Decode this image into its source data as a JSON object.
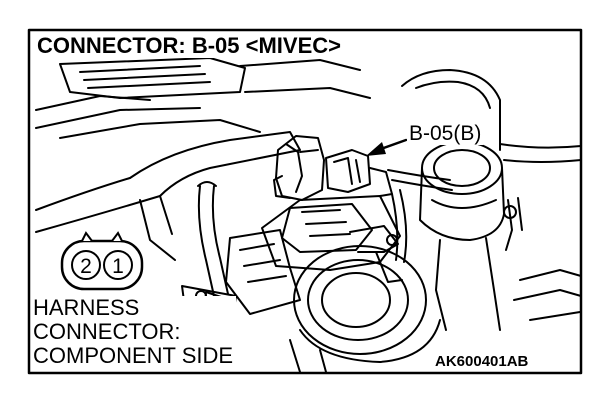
{
  "title": "CONNECTOR: B-05 <MIVEC>",
  "callout_label": "B-05(B)",
  "pin_labels": [
    "2",
    "1"
  ],
  "harness_lines": [
    "HARNESS",
    "CONNECTOR:",
    "COMPONENT SIDE"
  ],
  "figure_code": "AK600401AB",
  "icons": {
    "engine": "engine-line-drawing",
    "arrow": "pointer-arrow",
    "connector": "two-pin-connector"
  }
}
